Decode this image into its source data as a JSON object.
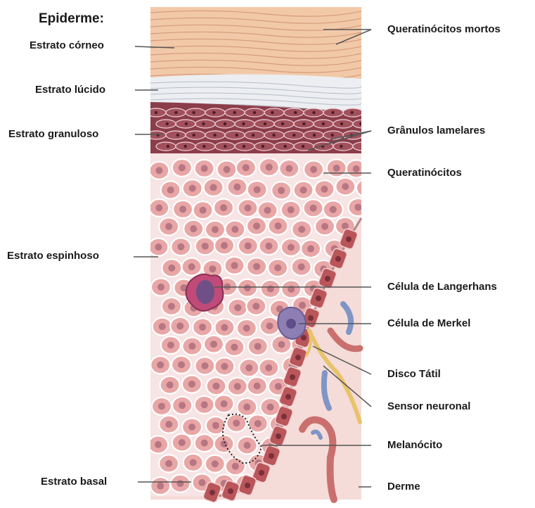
{
  "title": "Epiderme:",
  "labels_left": {
    "corneo": "Estrato córneo",
    "lucido": "Estrato lúcido",
    "granuloso": "Estrato granuloso",
    "espinhoso": "Estrato espinhoso",
    "basal": "Estrato basal"
  },
  "labels_right": {
    "queratinocitos_mortos": "Queratinócitos mortos",
    "granulos_lamelares": "Grânulos lamelares",
    "queratinocitos": "Queratinócitos",
    "langerhans": "Célula de Langerhans",
    "merkel": "Célula de Merkel",
    "disco_tatil": "Disco Tátil",
    "sensor_neuronal": "Sensor neuronal",
    "melanocito": "Melanócito",
    "derme": "Derme"
  },
  "colors": {
    "corneo": "#f2c9a8",
    "lucido": "#eceef2",
    "granuloso": "#8c3d4a",
    "espinhoso_cell": "#e8a7a6",
    "espinhoso_bg": "#f7e4e4",
    "basal_cell": "#b9565a",
    "derme": "#f5dcd8",
    "langerhans": "#c04a78",
    "merkel": "#8d7fb4",
    "nerve": "#e8c36a",
    "vessel_red": "#c9706e",
    "vessel_blue": "#7f95c6"
  }
}
